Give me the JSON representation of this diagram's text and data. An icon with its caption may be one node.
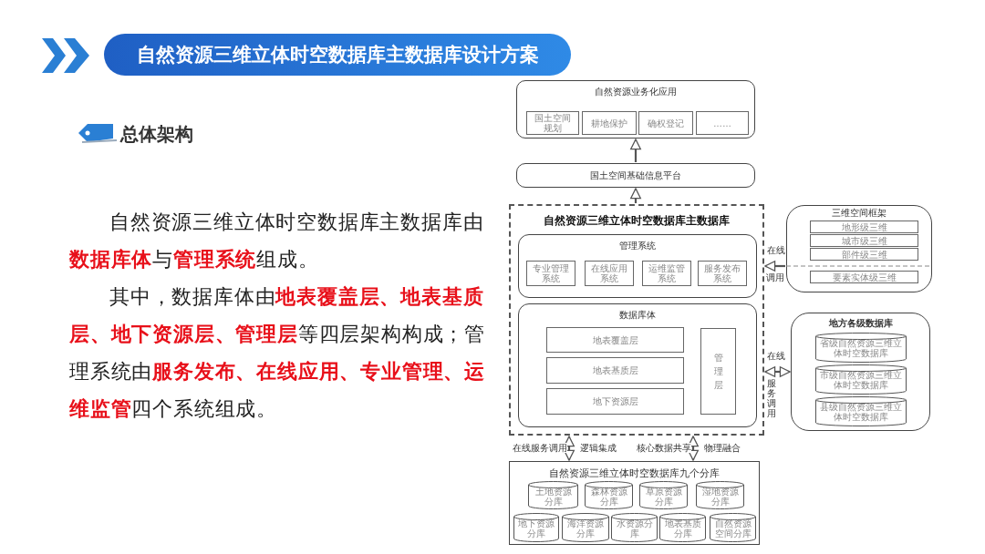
{
  "diagram": {
    "title": "自然资源三维立体时空数据库主数据库设计方案",
    "nodes": [
      {
        "text": [
          "自然资源业务化应用"
        ]
      },
      {
        "text": [
          "国土空间规划"
        ],
        "in": 0
      },
      {
        "text": [
          "耕地保护"
        ],
        "in": 0
      },
      {
        "text": [
          "确权登记"
        ],
        "in": 0
      },
      {
        "text": [
          "……"
        ],
        "in": 0
      },
      {
        "text": [
          "国土空间基础信息平台"
        ]
      },
      {
        "text": [
          "自然资源三维立体时空数据库主数据库"
        ]
      },
      {
        "text": [
          "管理系统"
        ],
        "in": 6
      },
      {
        "text": [
          "专业管理系统"
        ],
        "in": 7
      },
      {
        "text": [
          "在线应用系统"
        ],
        "in": 7
      },
      {
        "text": [
          "运维监管系统"
        ],
        "in": 7
      },
      {
        "text": [
          "服务发布系统"
        ],
        "in": 7
      },
      {
        "text": [
          "数据库体"
        ],
        "in": 6
      },
      {
        "text": [
          "地表覆盖层"
        ],
        "in": 12
      },
      {
        "text": [
          "地表基质层"
        ],
        "in": 12
      },
      {
        "text": [
          "地下资源层"
        ],
        "in": 12
      },
      {
        "text": [
          "管理层"
        ],
        "in": 12
      },
      {
        "text": [
          "三维空间框架"
        ]
      },
      {
        "text": [
          "地形级三维"
        ],
        "in": 17
      },
      {
        "text": [
          "城市级三维"
        ],
        "in": 17
      },
      {
        "text": [
          "部件级三维"
        ],
        "in": 17
      },
      {
        "text": [
          "要素实体级三维"
        ],
        "in": 17
      },
      {
        "text": [
          "地方各级数据库"
        ]
      },
      {
        "text": [
          "省级自然资源三维立体时空数据库"
        ],
        "in": 22
      },
      {
        "text": [
          "市级自然资源三维立体时空数据库"
        ],
        "in": 22
      },
      {
        "text": [
          "县级自然资源三维立体时空数据库"
        ],
        "in": 22
      },
      {
        "text": [
          "自然资源三维立体时空数据库九个分库"
        ]
      },
      {
        "text": [
          "土地资源分库"
        ],
        "in": 26
      },
      {
        "text": [
          "森林资源分库"
        ],
        "in": 26
      },
      {
        "text": [
          "草原资源分库"
        ],
        "in": 26
      },
      {
        "text": [
          "湿地资源分库"
        ],
        "in": 26
      },
      {
        "text": [
          "地下资源分库"
        ],
        "in": 26
      },
      {
        "text": [
          "海洋资源分库"
        ],
        "in": 26
      },
      {
        "text": [
          "水资源分库"
        ],
        "in": 26
      },
      {
        "text": [
          "地表基质分库"
        ],
        "in": 26
      },
      {
        "text": [
          "自然资源空间分库"
        ],
        "in": 26
      }
    ],
    "edges": [
      {
        "from": 5,
        "to": 0,
        "arrow": "to"
      },
      {
        "from": 6,
        "to": 5,
        "arrow": "to"
      },
      {
        "from": 17,
        "to": 6,
        "arrow": "to",
        "label": "在线"
      },
      {
        "from": 22,
        "to": 6,
        "arrow": "both",
        "label": "在线"
      },
      {
        "from": 6,
        "to": 26,
        "arrow": "both",
        "label": "在线服务调用"
      },
      {
        "from": 6,
        "to": 26,
        "arrow": "both",
        "label": "核心数据共享"
      }
    ],
    "labels": [
      "总体架构",
      "自然资源三维立体时空数据库主数据库由**数据库体**与**管理系统**组成。",
      "其中，数据库体由**地表覆盖层、地表基质层、地下资源层、管理层**等四层架构构成；管理系统由**服务发布、在线应用、专业管理、运维监管**四个系统组成。",
      "调用",
      "服务调用",
      "逻辑集成",
      "物理融合"
    ]
  }
}
